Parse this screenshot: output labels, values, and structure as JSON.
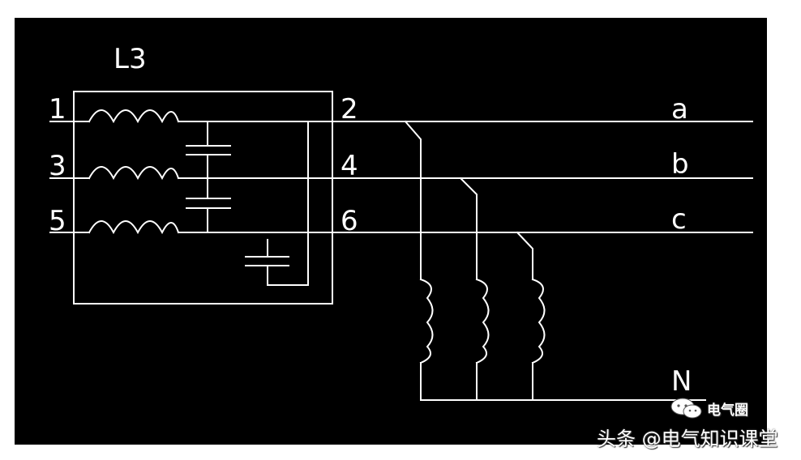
{
  "diagram": {
    "component_label": "L3",
    "input_terminals": [
      "1",
      "3",
      "5"
    ],
    "output_terminals": [
      "2",
      "4",
      "6"
    ],
    "line_labels": [
      "a",
      "b",
      "c"
    ],
    "neutral_label": "N"
  },
  "watermark": {
    "source": "头条 @电气知识课堂",
    "brand": "电气圈"
  },
  "colors": {
    "background": "#000000",
    "lines": "#ffffff",
    "frame": "#ffffff"
  }
}
